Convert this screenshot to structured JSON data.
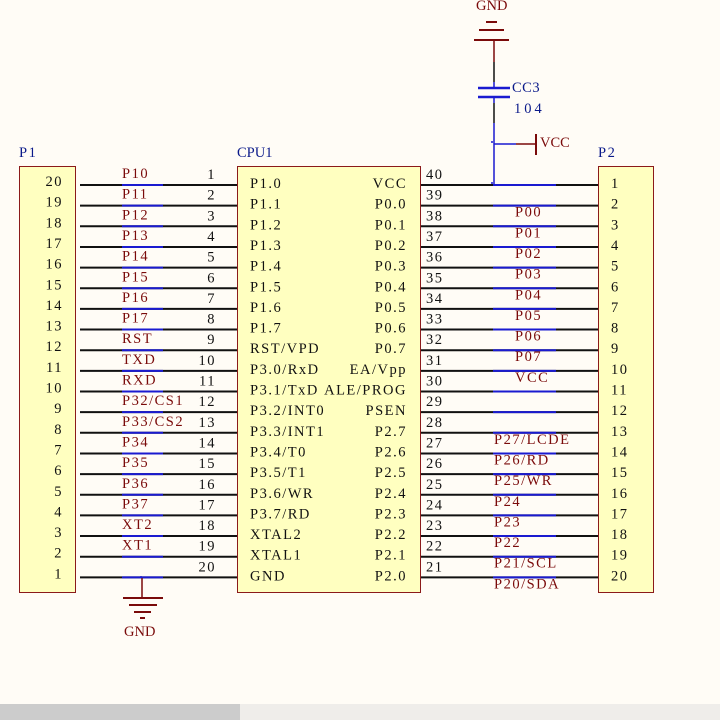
{
  "colors": {
    "background": "#fffcf6",
    "part_fill": "#ffffc0",
    "part_border": "#8b1a1a",
    "wire": "#111111",
    "net_wire": "#1a1ad0",
    "net_label": "#7a0a0a",
    "designator": "#0b1a8a",
    "power": "#7a0a0a"
  },
  "connector_p1": {
    "designator": "P1",
    "pins": [
      "20",
      "19",
      "18",
      "17",
      "16",
      "15",
      "14",
      "13",
      "12",
      "11",
      "10",
      "9",
      "8",
      "7",
      "6",
      "5",
      "4",
      "3",
      "2",
      "1"
    ]
  },
  "connector_p2": {
    "designator": "P2",
    "pins": [
      "1",
      "2",
      "3",
      "4",
      "5",
      "6",
      "7",
      "8",
      "9",
      "10",
      "11",
      "12",
      "13",
      "14",
      "15",
      "16",
      "17",
      "18",
      "19",
      "20"
    ]
  },
  "cpu": {
    "designator": "CPU1",
    "left_pins": [
      {
        "num": "1",
        "name": "P1.0",
        "net": "P10"
      },
      {
        "num": "2",
        "name": "P1.1",
        "net": "P11"
      },
      {
        "num": "3",
        "name": "P1.2",
        "net": "P12"
      },
      {
        "num": "4",
        "name": "P1.3",
        "net": "P13"
      },
      {
        "num": "5",
        "name": "P1.4",
        "net": "P14"
      },
      {
        "num": "6",
        "name": "P1.5",
        "net": "P15"
      },
      {
        "num": "7",
        "name": "P1.6",
        "net": "P16"
      },
      {
        "num": "8",
        "name": "P1.7",
        "net": "P17"
      },
      {
        "num": "9",
        "name": "RST/VPD",
        "net": "RST"
      },
      {
        "num": "10",
        "name": "P3.0/RxD",
        "net": "TXD"
      },
      {
        "num": "11",
        "name": "P3.1/TxD",
        "net": "RXD"
      },
      {
        "num": "12",
        "name": "P3.2/INT0",
        "net": "P32/CS1"
      },
      {
        "num": "13",
        "name": "P3.3/INT1",
        "net": "P33/CS2"
      },
      {
        "num": "14",
        "name": "P3.4/T0",
        "net": "P34"
      },
      {
        "num": "15",
        "name": "P3.5/T1",
        "net": "P35"
      },
      {
        "num": "16",
        "name": "P3.6/WR",
        "net": "P36"
      },
      {
        "num": "17",
        "name": "P3.7/RD",
        "net": "P37"
      },
      {
        "num": "18",
        "name": "XTAL2",
        "net": "XT2"
      },
      {
        "num": "19",
        "name": "XTAL1",
        "net": "XT1"
      },
      {
        "num": "20",
        "name": "GND",
        "net": ""
      }
    ],
    "right_pins": [
      {
        "num": "40",
        "name": "VCC",
        "net": ""
      },
      {
        "num": "39",
        "name": "P0.0",
        "net": "P00"
      },
      {
        "num": "38",
        "name": "P0.1",
        "net": "P01"
      },
      {
        "num": "37",
        "name": "P0.2",
        "net": "P02"
      },
      {
        "num": "36",
        "name": "P0.3",
        "net": "P03"
      },
      {
        "num": "35",
        "name": "P0.4",
        "net": "P04"
      },
      {
        "num": "34",
        "name": "P0.5",
        "net": "P05"
      },
      {
        "num": "33",
        "name": "P0.6",
        "net": "P06"
      },
      {
        "num": "32",
        "name": "P0.7",
        "net": "P07"
      },
      {
        "num": "31",
        "name": "EA/Vpp",
        "net": "VCC"
      },
      {
        "num": "30",
        "name": "ALE/PROG",
        "net": ""
      },
      {
        "num": "29",
        "name": "PSEN",
        "net": ""
      },
      {
        "num": "28",
        "name": "P2.7",
        "net": "P27/LCDE"
      },
      {
        "num": "27",
        "name": "P2.6",
        "net": "P26/RD"
      },
      {
        "num": "26",
        "name": "P2.5",
        "net": "P25/WR"
      },
      {
        "num": "25",
        "name": "P2.4",
        "net": "P24"
      },
      {
        "num": "24",
        "name": "P2.3",
        "net": "P23"
      },
      {
        "num": "23",
        "name": "P2.2",
        "net": "P22"
      },
      {
        "num": "22",
        "name": "P2.1",
        "net": "P21/SCL"
      },
      {
        "num": "21",
        "name": "P2.0",
        "net": "P20/SDA"
      }
    ]
  },
  "capacitor": {
    "designator": "CC3",
    "value": "104"
  },
  "power_ports": {
    "top_gnd": "GND",
    "bottom_gnd": "GND",
    "vcc": "VCC"
  }
}
